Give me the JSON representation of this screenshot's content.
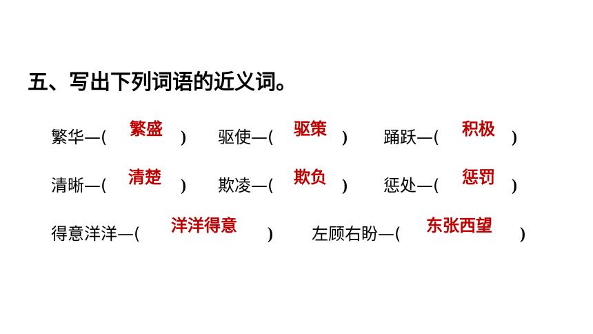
{
  "heading": "五、写出下列词语的近义词。",
  "colors": {
    "text": "#000000",
    "answer": "#c00000"
  },
  "items": [
    {
      "word": "繁华—(",
      "answer": "繁盛",
      "close": ")"
    },
    {
      "word": "驱使—(",
      "answer": "驱策",
      "close": ")"
    },
    {
      "word": "踊跃—(",
      "answer": "积极",
      "close": ")"
    },
    {
      "word": "清晰—(",
      "answer": "清楚",
      "close": ")"
    },
    {
      "word": "欺凌—(",
      "answer": "欺负",
      "close": ")"
    },
    {
      "word": "惩处—(",
      "answer": "惩罚",
      "close": ")"
    },
    {
      "word": "得意洋洋—(",
      "answer": "洋洋得意",
      "close": ")"
    },
    {
      "word": "左顾右盼—(",
      "answer": "东张西望",
      "close": ")"
    }
  ]
}
